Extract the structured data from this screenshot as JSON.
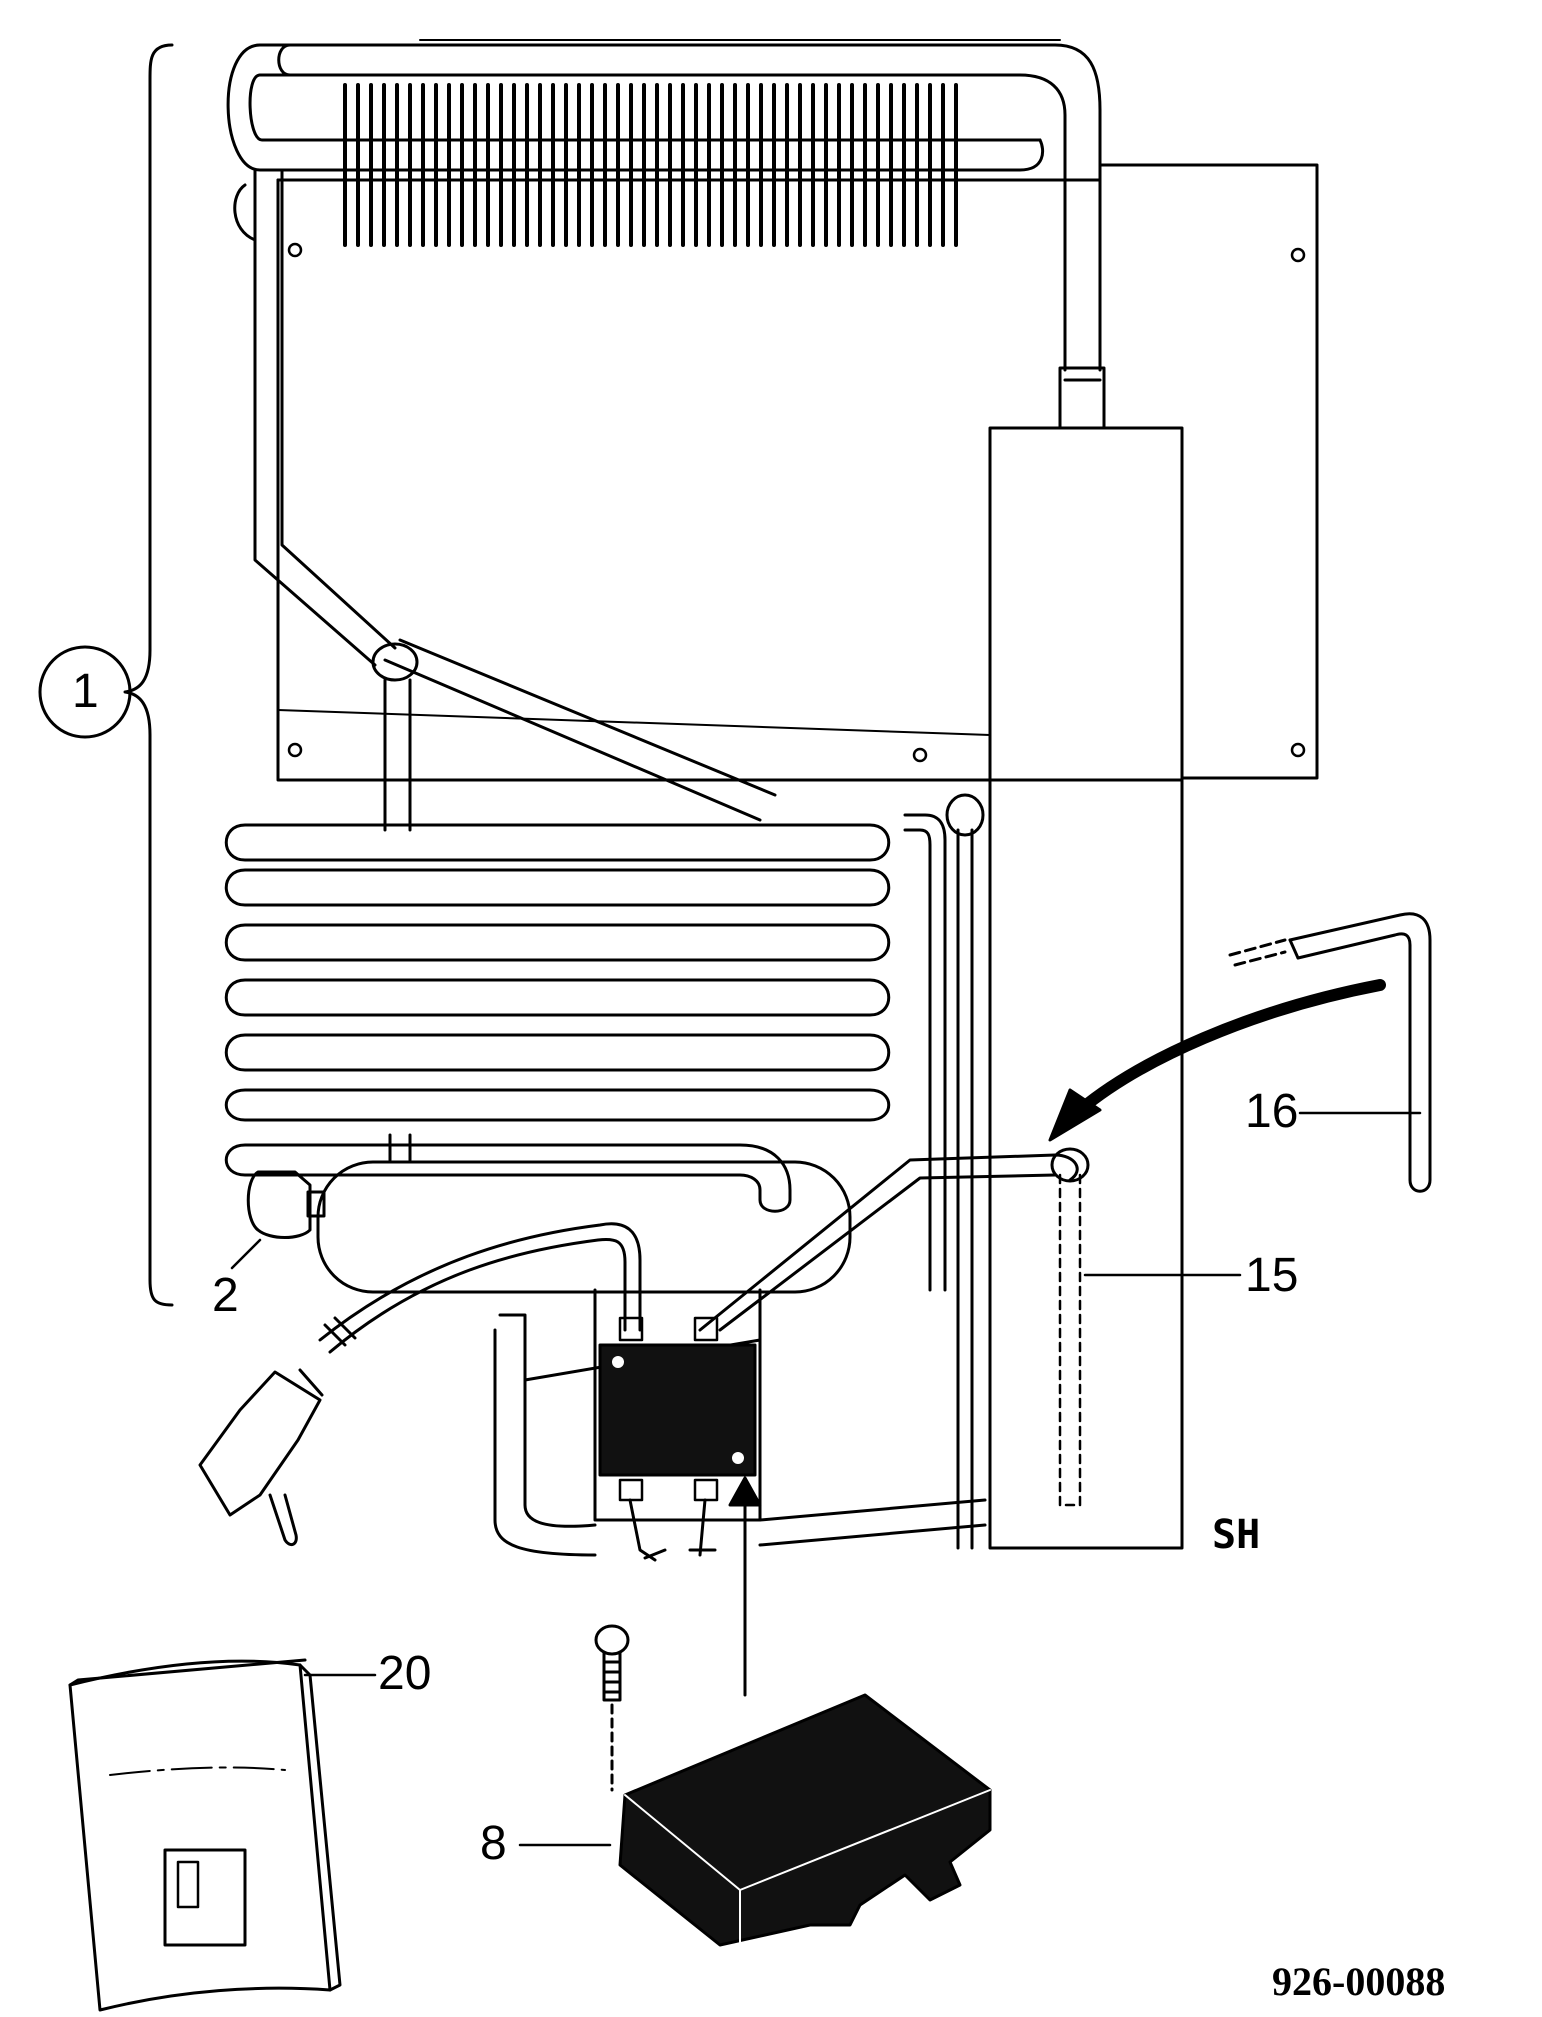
{
  "callouts": {
    "assembly": "1",
    "part_2": "2",
    "part_8": "8",
    "part_15": "15",
    "part_16": "16",
    "part_20": "20"
  },
  "model_code": "SH",
  "drawing_number": "926-00088"
}
